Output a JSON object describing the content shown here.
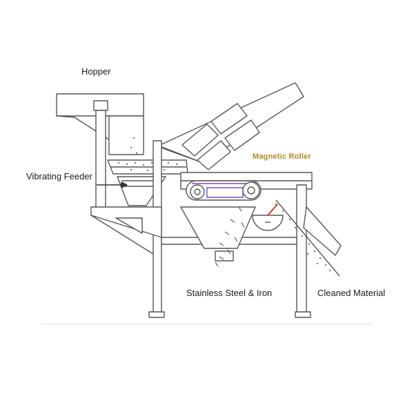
{
  "labels": {
    "hopper": "Hopper",
    "vibrating_feeder": "Vibrating Feeder",
    "magnetic_roller": "Magnetic Roller",
    "stainless_steel_iron": "Stainless Steel & Iron",
    "cleaned_material": "Cleaned Material"
  },
  "colors": {
    "line": "#555555",
    "magnetic_roller_label": "#b08a1e",
    "belt_highlight": "#7a4fb0",
    "arrow": "#c0392b"
  }
}
